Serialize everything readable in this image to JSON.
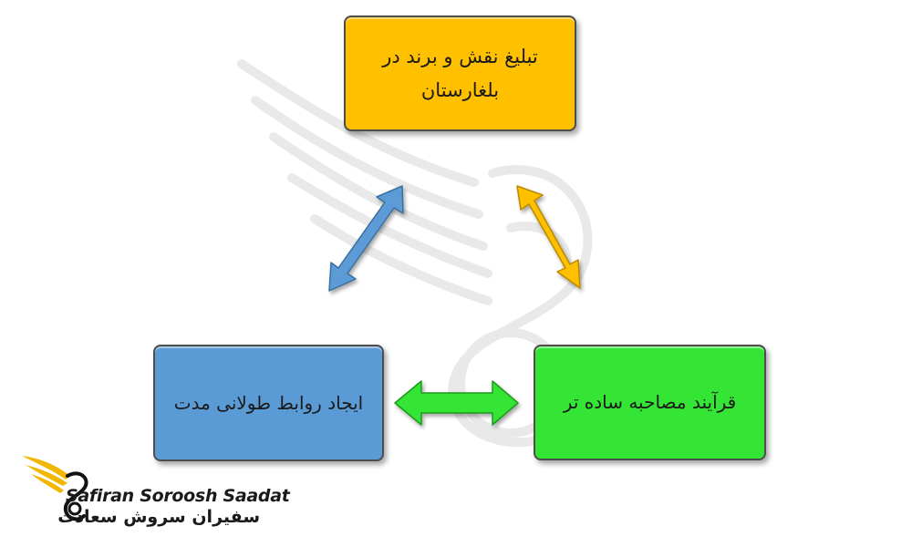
{
  "nodes": {
    "top": {
      "label": "تبلیغ نقش و برند در بلغارستان",
      "color": "#ffc000"
    },
    "left": {
      "label": "ایجاد روابط طولانی مدت",
      "color": "#5b9bd5"
    },
    "right": {
      "label": "قرآیند مصاحبه ساده تر",
      "color": "#35e535"
    }
  },
  "edges": [
    {
      "from": "left",
      "to": "top",
      "color": "#5b9bd5",
      "direction": "bidirectional"
    },
    {
      "from": "top",
      "to": "right",
      "color": "#ffc000",
      "direction": "bidirectional"
    },
    {
      "from": "left",
      "to": "right",
      "color": "#35e535",
      "direction": "bidirectional"
    }
  ],
  "logo": {
    "name_en": "Safiran Soroosh Saadat",
    "name_fa": "سفیران سروش سعادت",
    "accent_color": "#f2b705"
  }
}
